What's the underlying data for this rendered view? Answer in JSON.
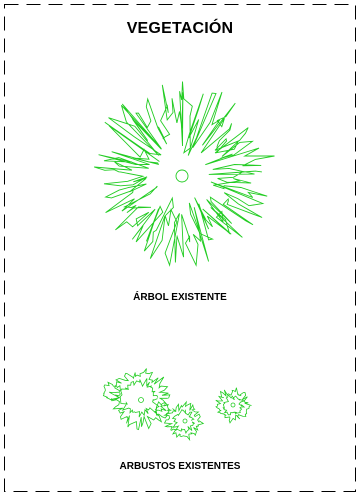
{
  "sheet": {
    "title": "VEGETACIÓN"
  },
  "symbols": [
    {
      "label": "ÁRBOL EXISTENTE"
    },
    {
      "label": "ARBUSTOS EXISTENTES"
    }
  ],
  "colors": {
    "line": "#22cc22",
    "border": "#000000",
    "text": "#000000"
  }
}
